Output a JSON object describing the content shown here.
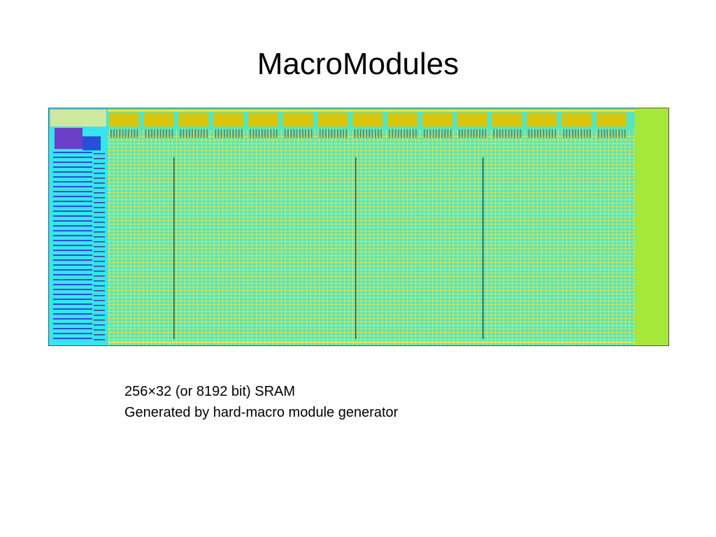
{
  "slide": {
    "title": "MacroModules",
    "caption_lines": [
      "256×32 (or 8192 bit) SRAM",
      "Generated by hard-macro module generator"
    ]
  },
  "figure": {
    "description_name": "sram-layout-image",
    "colors": {
      "cell_fill": "#55e6c0",
      "grid_yellow": "#e2e24a",
      "header_yellow": "#d9c50b",
      "decoder_cyan": "#38e4ee",
      "decoder_purple": "#6b3fc8",
      "decoder_blue": "#2a4fd6",
      "edge_green": "#a6e83a",
      "dark_line": "#3a4a3a"
    }
  }
}
